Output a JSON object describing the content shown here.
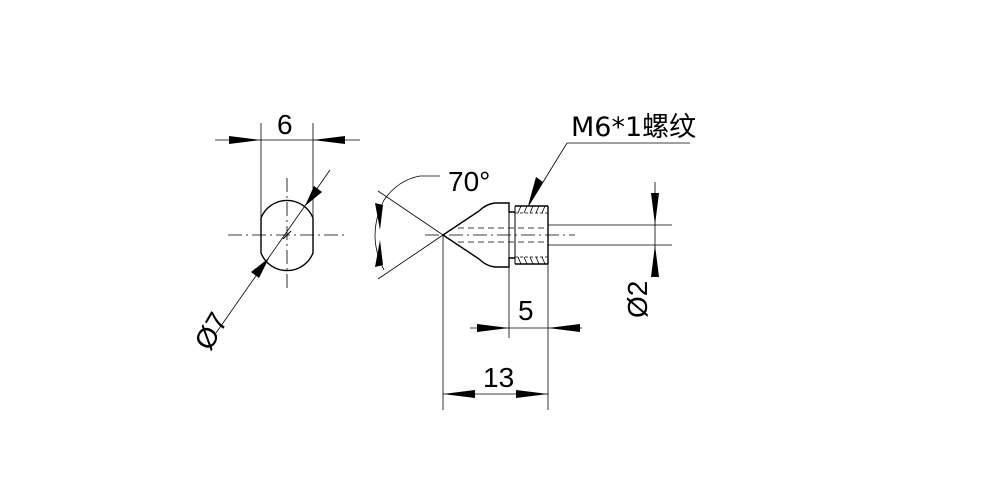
{
  "drawing": {
    "line_color": "#000000",
    "background": "#ffffff",
    "end_view": {
      "width_dim": "6",
      "diameter_dim": "Ø7"
    },
    "side_view": {
      "angle_dim": "70°",
      "thread_note": "M6*1螺纹",
      "thread_length_dim": "5",
      "total_length_dim": "13",
      "bore_dim": "Ø2"
    }
  }
}
